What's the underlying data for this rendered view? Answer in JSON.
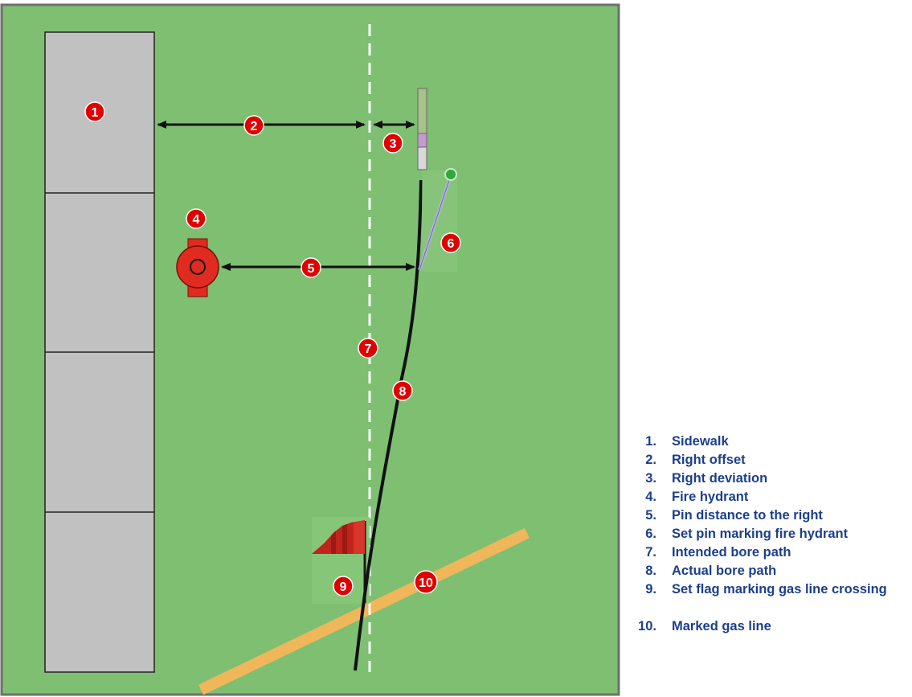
{
  "colors": {
    "grass": "#7ebf72",
    "sidewalk": "#c1c1c1",
    "badge": "#e00000",
    "gas_line": "#f0b65a",
    "legend_text": "#1c3f8c"
  },
  "callouts": [
    "1",
    "2",
    "3",
    "4",
    "5",
    "6",
    "7",
    "8",
    "9",
    "10"
  ],
  "legend": [
    {
      "num": "1.",
      "label": "Sidewalk"
    },
    {
      "num": "2.",
      "label": "Right offset"
    },
    {
      "num": "3.",
      "label": "Right deviation"
    },
    {
      "num": "4.",
      "label": "Fire hydrant"
    },
    {
      "num": "5.",
      "label": "Pin distance to the right"
    },
    {
      "num": "6.",
      "label": "Set pin marking fire hydrant"
    },
    {
      "num": "7.",
      "label": "Intended bore path"
    },
    {
      "num": "8.",
      "label": "Actual bore path"
    },
    {
      "num": "9.",
      "label": "Set flag marking gas line crossing"
    },
    {
      "num": "10.",
      "label": "Marked gas line"
    }
  ],
  "icons": [
    "fire-hydrant-icon",
    "pin-icon",
    "flag-icon",
    "locator-icon"
  ]
}
